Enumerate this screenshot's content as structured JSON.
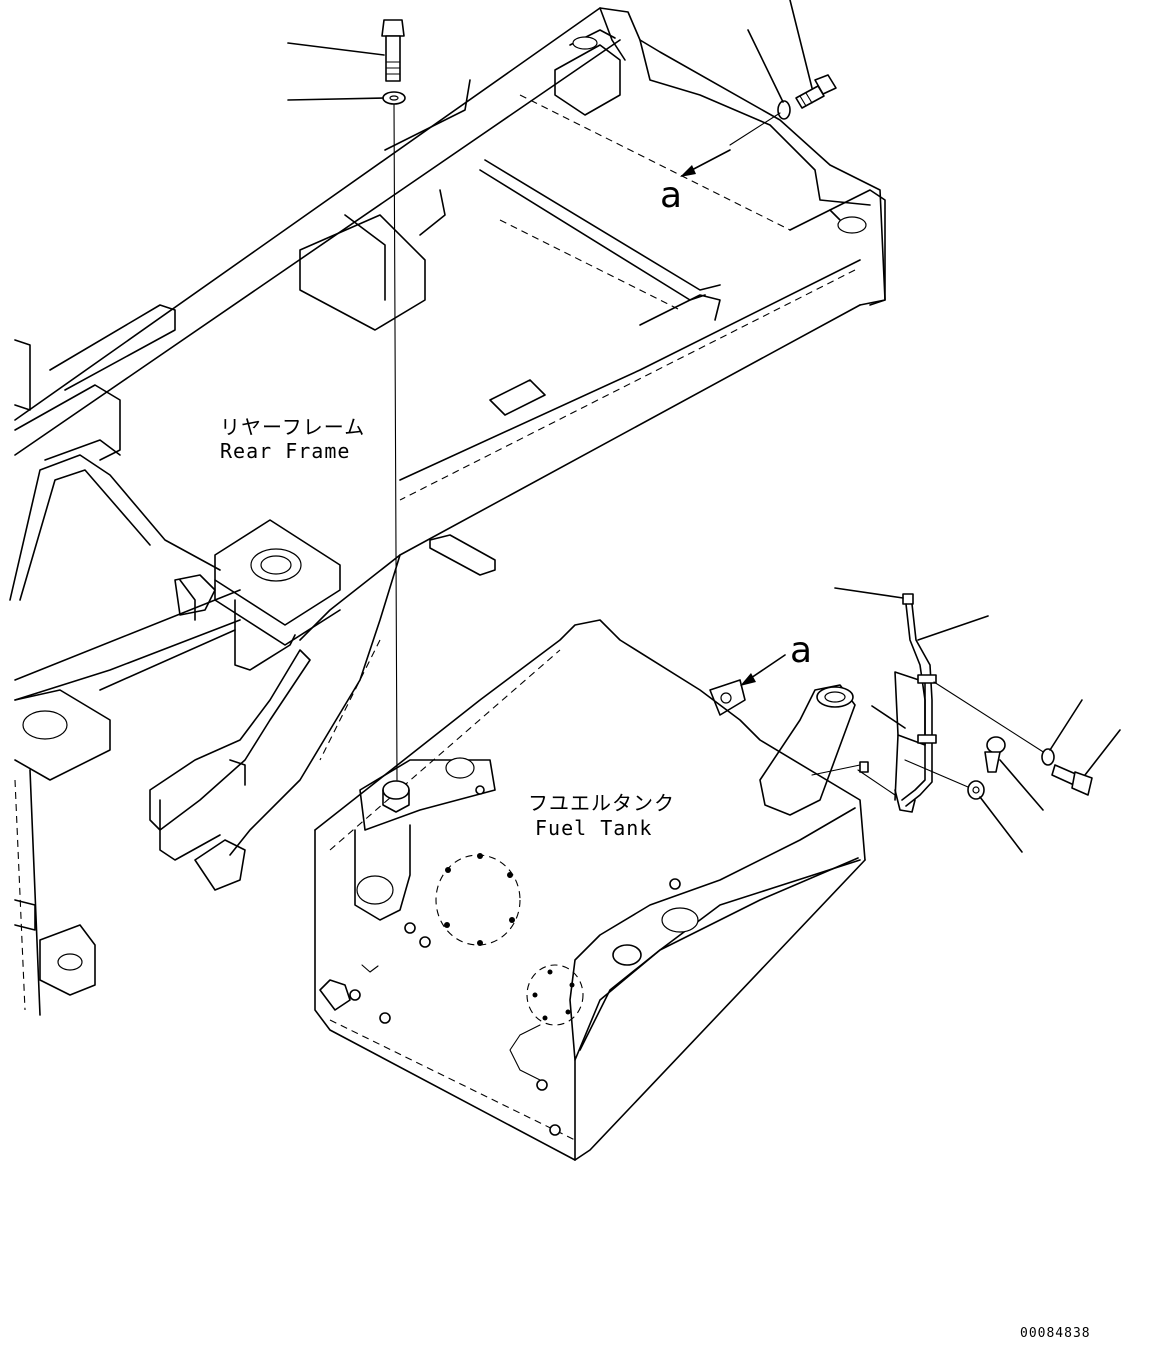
{
  "labels": {
    "rear_frame_jp": "リヤーフレーム",
    "rear_frame_en": "Rear Frame",
    "fuel_tank_jp": "フユエルタンク",
    "fuel_tank_en": "Fuel Tank",
    "callout_a_top": "a",
    "callout_a_bottom": "a",
    "drawing_number": "00084838"
  }
}
